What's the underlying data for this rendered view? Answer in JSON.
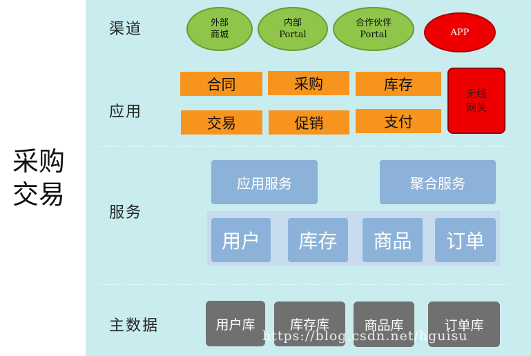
{
  "side_title": "采购\n交易",
  "rows": {
    "channel": "渠道",
    "application": "应用",
    "service": "服务",
    "master_data": "主数据"
  },
  "channels": [
    {
      "label": "外部\n商城"
    },
    {
      "label": "内部\nPortal"
    },
    {
      "label": "合作伙伴\nPortal"
    },
    {
      "label": "APP"
    }
  ],
  "applications": [
    "合同",
    "采购",
    "库存",
    "交易",
    "促销",
    "支付"
  ],
  "wireless_gateway": "无线\n网关",
  "services": [
    "应用服务",
    "聚合服务"
  ],
  "core_services": [
    "用户",
    "库存",
    "商品",
    "订单"
  ],
  "databases": [
    "用户库",
    "库存库",
    "商品库",
    "订单库"
  ],
  "watermark": "https://blog.csdn.net/hguisu",
  "colors": {
    "panel": "#c9ecef",
    "channel_green": "#8fc548",
    "app_red": "#ee0000",
    "application_orange": "#f7941d",
    "service_blue": "#8cb2d9",
    "database_gray": "#707070"
  }
}
